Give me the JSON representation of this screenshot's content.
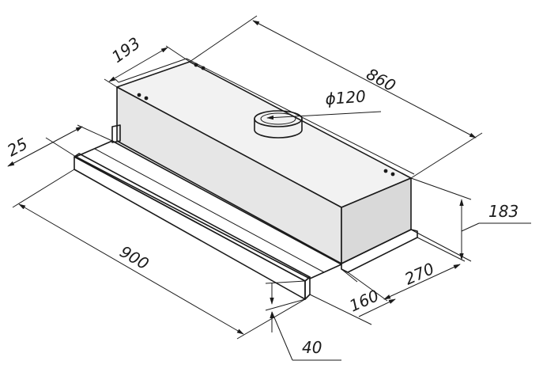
{
  "dimensions": {
    "length_body": "860",
    "width_top": "193",
    "duct_diameter": "ϕ120",
    "panel_thickness": "25",
    "length_total": "900",
    "height": "183",
    "depth": "270",
    "slide_depth": "160",
    "panel_height": "40"
  }
}
